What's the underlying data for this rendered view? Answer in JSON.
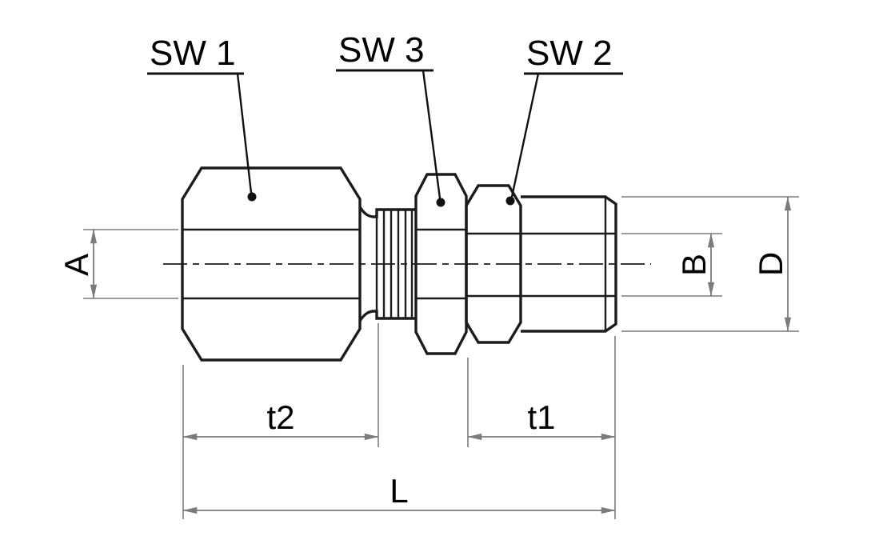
{
  "drawing": {
    "background": "#ffffff",
    "colors": {
      "outline": "#1c1c1c",
      "dimension_lines": "#7b7b7b",
      "text": "#000000"
    },
    "wrench_labels": {
      "sw1": "SW 1",
      "sw3": "SW 3",
      "sw2": "SW 2"
    },
    "dimensions": {
      "a": "A",
      "b": "B",
      "d": "D",
      "t2": "t2",
      "t1": "t1",
      "l": "L"
    }
  }
}
